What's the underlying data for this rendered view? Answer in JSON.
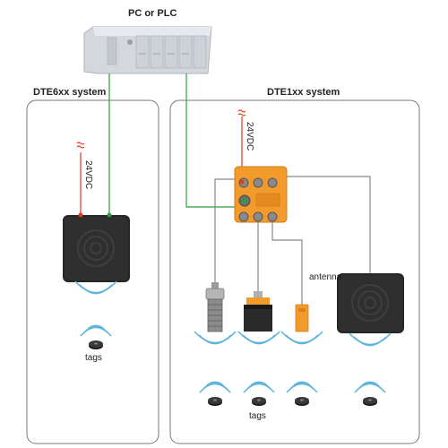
{
  "header": {
    "controller_label": "PC or PLC"
  },
  "systems": {
    "left": {
      "title": "DTE6xx system"
    },
    "right": {
      "title": "DTE1xx system"
    }
  },
  "power": {
    "left_label": "24VDC",
    "right_label": "24VDC"
  },
  "labels": {
    "antenna": "antenna",
    "tags_left": "tags",
    "tags_right": "tags"
  },
  "colors": {
    "power_line": "#e23a1a",
    "data_line": "#2e9e3a",
    "cable": "#888888",
    "module_orange": "#f39a2c",
    "reader_dark": "#2c2c2c",
    "wave": "#5fb4dc",
    "panel_border": "#777777"
  },
  "icons": {
    "power_symbol": "power-symbol-icon",
    "wireless_waves": "wireless-waves-icon",
    "tag": "tag-icon"
  }
}
